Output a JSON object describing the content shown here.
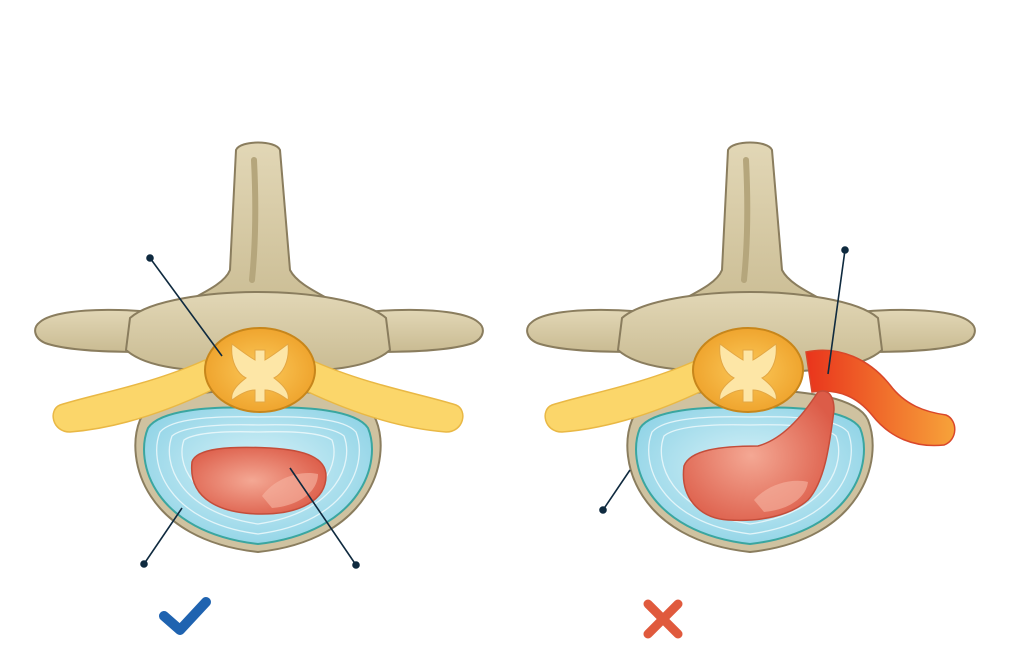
{
  "figure": {
    "panels": [
      {
        "id": "healthy",
        "status": "normal",
        "mark_icon": "checkmark-icon",
        "mark_color": "#1f63b0"
      },
      {
        "id": "herniated",
        "status": "herniated",
        "mark_icon": "cross-icon",
        "mark_color": "#e05a3d"
      }
    ],
    "colors": {
      "bone": "#d8cba6",
      "bone_outline": "#8a7d5e",
      "spinal_cord": "#f5b63c",
      "grey_matter": "#fde6a6",
      "nerve_root": "#fbd66a",
      "inflamed_nerve": "#ee4a23",
      "annulus": "#9fdcec",
      "annulus_rings": "#e6f7fb",
      "nucleus": "#e86e5a",
      "leader_line": "#0f2a3f"
    }
  }
}
